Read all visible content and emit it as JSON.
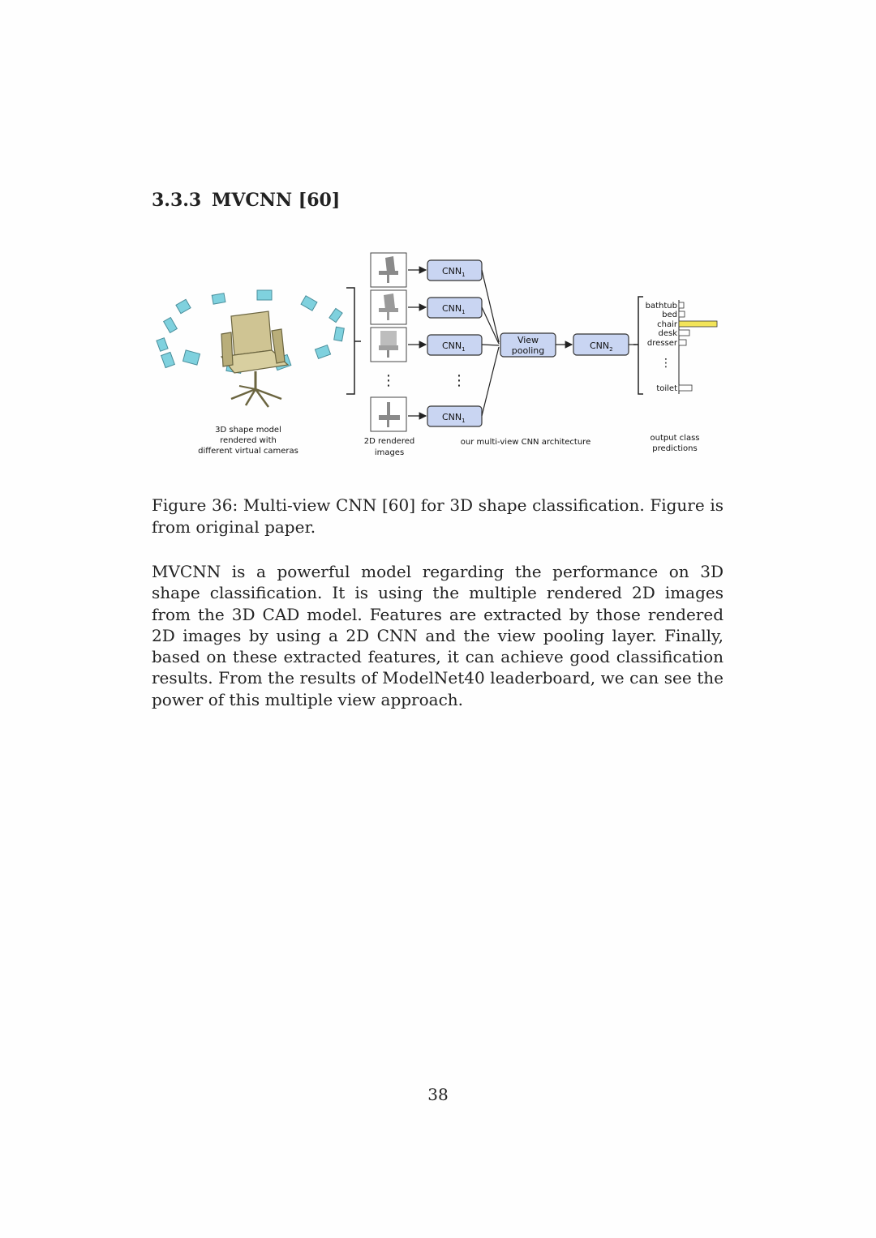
{
  "section": {
    "number": "3.3.3",
    "title": "MVCNN [60]"
  },
  "figure": {
    "cnn1_label": "CNN",
    "cnn1_sub": "1",
    "cnn2_label": "CNN",
    "cnn2_sub": "2",
    "view_pooling_line1": "View",
    "view_pooling_line2": "pooling",
    "classes": [
      "bathtub",
      "bed",
      "chair",
      "desk",
      "dresser"
    ],
    "last_class": "toilet",
    "highlight_color": "#f2e45a",
    "box_color": "#c9d5f2",
    "camera_color": "#7fd1de",
    "vdots": "⋮",
    "caption_3d_line1": "3D shape model",
    "caption_3d_line2": "rendered with",
    "caption_3d_line3": "different virtual cameras",
    "caption_2d_line1": "2D rendered",
    "caption_2d_line2": "images",
    "caption_arch": "our multi-view CNN architecture",
    "caption_out_line1": "output class",
    "caption_out_line2": "predictions"
  },
  "caption": "Figure 36: Multi-view CNN [60] for 3D shape classification. Figure is from original paper.",
  "paragraph": "MVCNN is a powerful model regarding the performance on 3D shape classification. It is using the multiple rendered 2D images from the 3D CAD model. Features are extracted by those rendered 2D images by using a 2D CNN and the view pooling layer. Finally, based on these extracted features, it can achieve good classification results. From the results of ModelNet40 leaderboard, we can see the power of this multiple view approach.",
  "page_number": "38"
}
